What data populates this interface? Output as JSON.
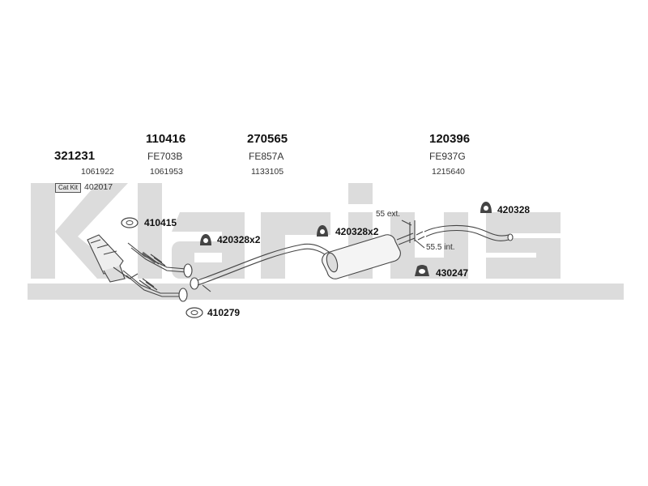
{
  "brand": {
    "watermark": "Klarius",
    "color": "#d9d9d9"
  },
  "parts": [
    {
      "part_no": "321231",
      "ref": "1061922"
    },
    {
      "part_no": "110416",
      "code": "FE703B",
      "ref": "1061953"
    },
    {
      "part_no": "270565",
      "code": "FE857A",
      "ref": "1133105"
    },
    {
      "part_no": "120396",
      "code": "FE937G",
      "ref": "1215640"
    }
  ],
  "cat_kit": {
    "label": "Cat Kit",
    "ref": "402017"
  },
  "accessories": [
    {
      "part_no": "410415",
      "icon": "gasket-ring-icon"
    },
    {
      "part_no": "420328x2",
      "icon": "rubber-hanger-icon"
    },
    {
      "part_no": "410279",
      "icon": "gasket-ring-icon"
    },
    {
      "part_no": "420328x2",
      "icon": "rubber-hanger-icon"
    },
    {
      "part_no": "420328",
      "icon": "rubber-hanger-icon"
    },
    {
      "part_no": "430247",
      "icon": "clamp-icon"
    }
  ],
  "dimensions": {
    "ext": "55 ext.",
    "int": "55.5 int."
  }
}
